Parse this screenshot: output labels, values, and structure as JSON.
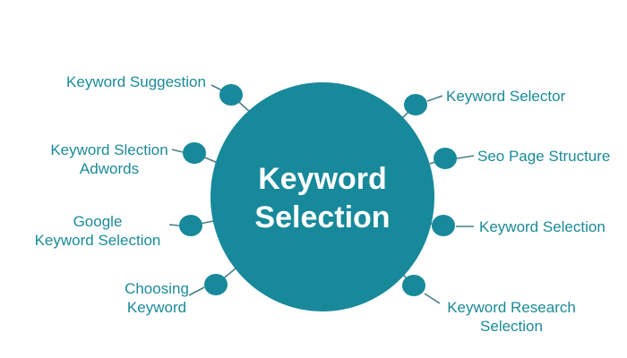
{
  "colors": {
    "accent": "#17899a",
    "label_text": "#1b8a99",
    "center_text": "#ffffff",
    "connector": "#477f89",
    "background": "#ffffff"
  },
  "center": {
    "title": "Keyword\nSelection"
  },
  "labels": [
    {
      "text": "Keyword Suggestion"
    },
    {
      "text": "Keyword Slection\nAdwords"
    },
    {
      "text": "Google\nKeyword Selection"
    },
    {
      "text": "Choosing\nKeyword"
    },
    {
      "text": "Keyword Selector"
    },
    {
      "text": "Seo Page Structure"
    },
    {
      "text": "Keyword Selection"
    },
    {
      "text": "Keyword Research\nSelection"
    }
  ]
}
